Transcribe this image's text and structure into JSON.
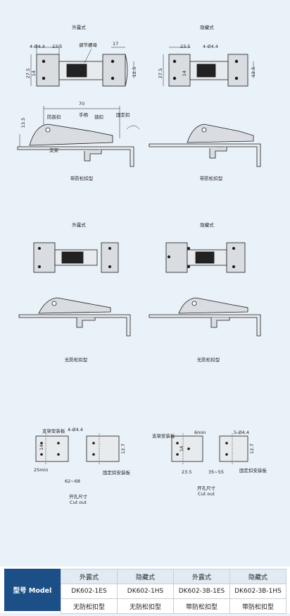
{
  "top_section": {
    "exposed_title": "外露式",
    "hidden_title": "隐藏式",
    "exposed_dims": {
      "d1": "4-Ø4.4",
      "d2": "23.5",
      "d3": "调节螺母",
      "d4": "17",
      "d5": "27.5",
      "d6": "14",
      "d7": "12.5"
    },
    "hidden_dims": {
      "d1": "23.5",
      "d2": "4-Ø4.4",
      "d3": "27.5",
      "d4": "14",
      "d5": "12.5"
    },
    "side_labels": {
      "length": "70",
      "anti_loose_plate": "防扳扣",
      "handle": "手柄",
      "lock_hook": "锁扣",
      "fixed_buckle": "固定扣",
      "height": "13.5",
      "bracket": "支架"
    },
    "caption_left": "带防松扣型",
    "caption_right": "带防松扣型"
  },
  "middle_section": {
    "exposed_title": "外露式",
    "hidden_title": "隐藏式",
    "caption_left": "无防松扣型",
    "caption_right": "无防松扣型"
  },
  "cutout_section": {
    "left": {
      "plate_label": "支架安装板",
      "holes": "4-Ø4.4",
      "d14": "14",
      "d127": "12.7",
      "min": "25min",
      "range": "62~68",
      "fixed_plate": "固定扣安装板",
      "cut_cn": "开孔尺寸",
      "cut_en": "Cut out"
    },
    "right": {
      "plate_label": "支架安装板",
      "min6": "6min",
      "holes": "5-Ø4.4",
      "d14": "14",
      "d127": "12.7",
      "d235": "23.5",
      "range": "35~55",
      "fixed_plate": "固定扣安装板",
      "cut_cn": "开孔尺寸",
      "cut_en": "Cut out"
    }
  },
  "table": {
    "model_label": "型号 Model",
    "headers": [
      "外露式",
      "隐藏式",
      "外露式",
      "隐藏式"
    ],
    "models": [
      "DK602-1ES",
      "DK602-1HS",
      "DK602-3B-1ES",
      "DK602-3B-1HS"
    ],
    "types": [
      "无防松扣型",
      "无防松扣型",
      "带防松扣型",
      "带防松扣型"
    ]
  },
  "colors": {
    "background": "#eaf2f9",
    "header_blue": "#1c4f86",
    "line": "#1a1a1a",
    "part_fill": "#d9dde2"
  }
}
